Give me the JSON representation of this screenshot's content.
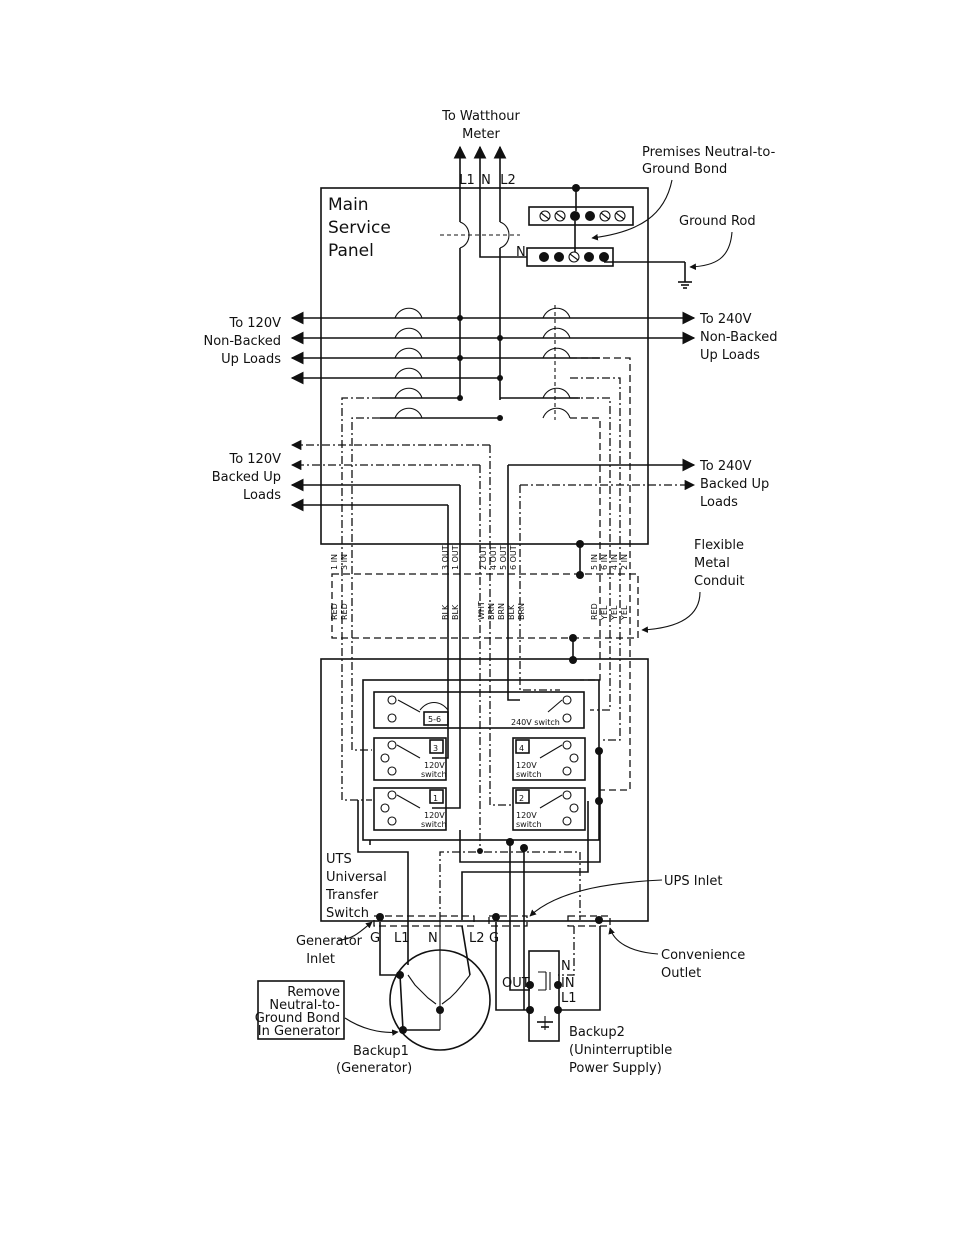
{
  "labels": {
    "watthour_line1": "To Watthour",
    "watthour_line2": "Meter",
    "L1": "L1",
    "N": "N",
    "L2": "L2",
    "bond_line1": "Premises Neutral-to-",
    "bond_line2": "Ground Bond",
    "ground_rod": "Ground Rod",
    "main_panel_line1": "Main",
    "main_panel_line2": "Service",
    "main_panel_line3": "Panel",
    "neutral_bar": "N",
    "nonbacked120_line1": "To 120V",
    "nonbacked120_line2": "Non-Backed",
    "nonbacked120_line3": "Up Loads",
    "nonbacked240_line1": "To 240V",
    "nonbacked240_line2": "Non-Backed",
    "nonbacked240_line3": "Up Loads",
    "backed120_line1": "To 120V",
    "backed120_line2": "Backed Up",
    "backed120_line3": "Loads",
    "backed240_line1": "To 240V",
    "backed240_line2": "Backed Up",
    "backed240_line3": "Loads",
    "conduit_line1": "Flexible",
    "conduit_line2": "Metal",
    "conduit_line3": "Conduit",
    "uts_line1": "UTS",
    "uts_line2": "Universal",
    "uts_line3": "Transfer",
    "uts_line4": "Switch",
    "ups_inlet": "UPS Inlet",
    "gen_inlet_line1": "Generator",
    "gen_inlet_line2": "Inlet",
    "conv_line1": "Convenience",
    "conv_line2": "Outlet",
    "remove_line1": "Remove",
    "remove_line2": "Neutral-to-",
    "remove_line3": "Ground Bond",
    "remove_line4": "In Generator",
    "backup1_line1": "Backup1",
    "backup1_line2": "(Generator)",
    "backup2_line1": "Backup2",
    "backup2_line2": "(Uninterruptible",
    "backup2_line3": "Power Supply)",
    "inlet_G": "G",
    "inlet_L1": "L1",
    "inlet_N": "N",
    "inlet_L2": "L2",
    "ups_G": "G",
    "ups_N": "N",
    "ups_out": "OUT",
    "ups_in": "IN",
    "ups_L1": "L1"
  },
  "switches": {
    "sw56": "5-6",
    "sw240": "240V switch",
    "sw3": "3",
    "sw4": "4",
    "sw1": "1",
    "sw2": "2",
    "sw120": "120V",
    "sw_word": "switch"
  },
  "wire_tags": {
    "top_left": [
      "1 IN",
      "3 IN"
    ],
    "top_mid_a": [
      "3 OUT",
      "1 OUT"
    ],
    "top_mid_b": [
      "2 OUT",
      "4 OUT",
      "5 OUT",
      "6 OUT"
    ],
    "top_right": [
      "5 IN",
      "6 IN",
      "4 IN",
      "2 IN"
    ],
    "bot_left": [
      "RED",
      "RED"
    ],
    "bot_mid_a": [
      "BLK",
      "BLK"
    ],
    "bot_mid_b": [
      "WHT",
      "BRN",
      "BRN",
      "BLK",
      "BRN"
    ],
    "bot_right": [
      "RED",
      "YEL",
      "YEL",
      "YEL"
    ]
  }
}
